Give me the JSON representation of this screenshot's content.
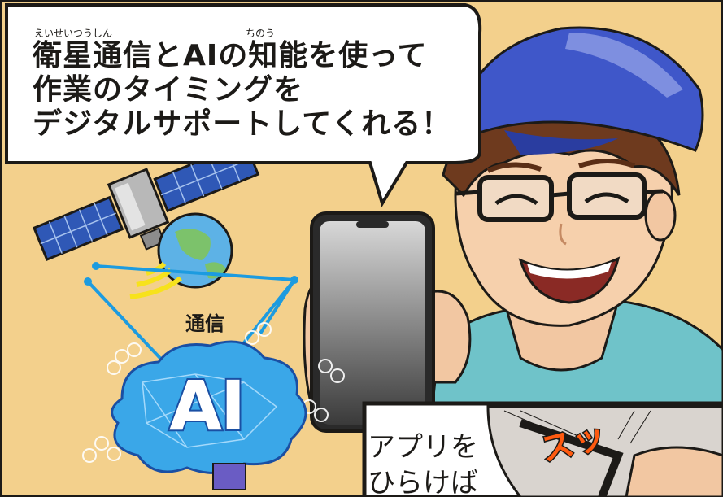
{
  "speech_bubble": {
    "furigana_left": "えいせいつうしん",
    "furigana_right": "ちのう",
    "line1": "衛星通信とAIの知能を使って",
    "line2": "作業のタイミングを",
    "line3": "デジタルサポートしてくれる！"
  },
  "illustration": {
    "communication_label": "通信",
    "ai_label": "AI",
    "icons": [
      "satellite-icon",
      "earth-icon",
      "ai-cloud-icon",
      "smartphone-icon"
    ]
  },
  "inset_panel": {
    "line1": "アプリを",
    "line2": "ひらけば",
    "sound_effect": "スッ"
  },
  "colors": {
    "background": "#f3d08c",
    "cap": "#3f57c9",
    "shirt": "#6fc3c9",
    "ai_cloud": "#3aa7e8",
    "sfx": "#ff5a10",
    "link_lines": "#1c9be0"
  }
}
